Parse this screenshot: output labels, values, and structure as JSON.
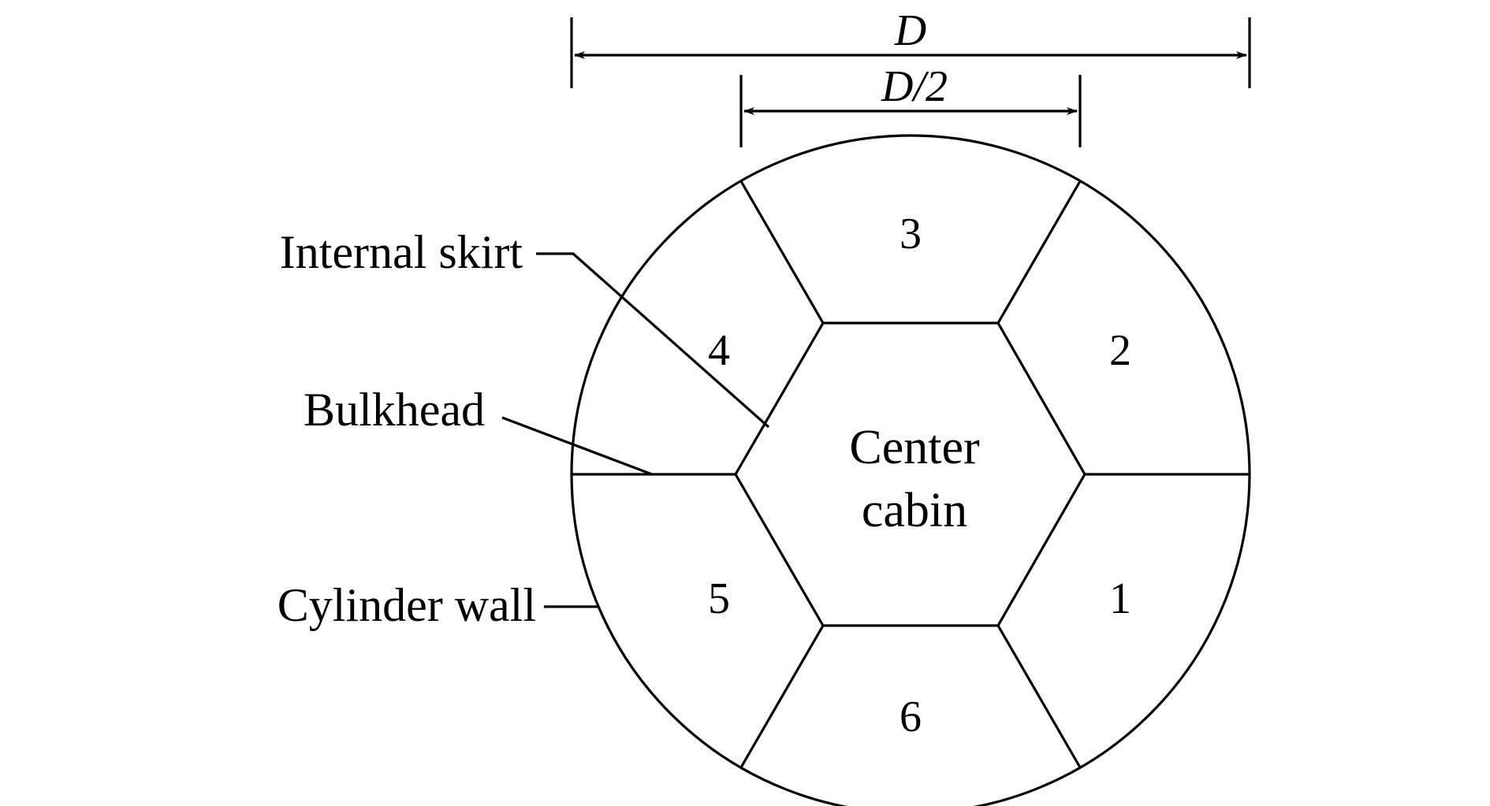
{
  "dimensions": {
    "outer": "D",
    "inner": "D/2"
  },
  "center_cabin": {
    "line1": "Center",
    "line2": "cabin"
  },
  "compartments": [
    "1",
    "2",
    "3",
    "4",
    "5",
    "6"
  ],
  "labels": {
    "internal_skirt": "Internal skirt",
    "bulkhead": "Bulkhead",
    "cylinder_wall": "Cylinder wall"
  }
}
